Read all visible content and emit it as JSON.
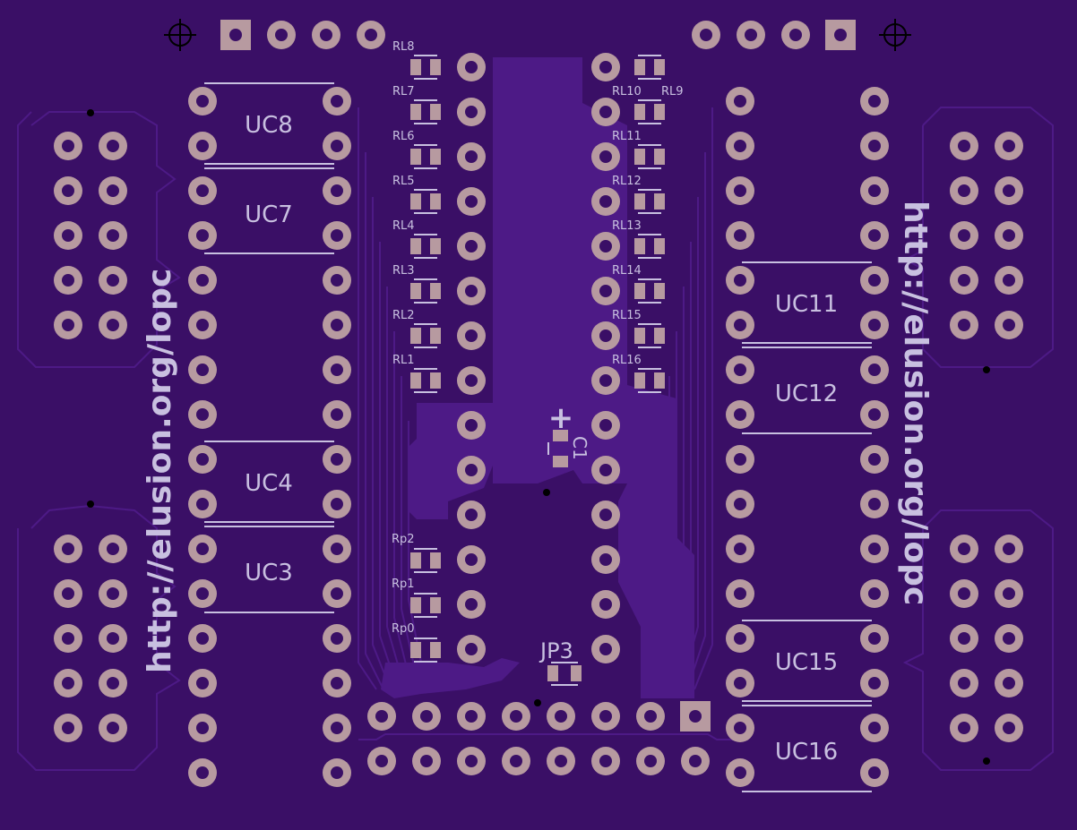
{
  "board": {
    "url_text": "http://elusion.org/lopc",
    "colors": {
      "background": "#3a0f66",
      "trace": "#4d1a86",
      "pad": "#b79aa0",
      "pad_hole": "#3a0f66",
      "silkscreen": "#c8c0e0"
    }
  },
  "chips": {
    "uc8": "UC8",
    "uc7": "UC7",
    "uc4": "UC4",
    "uc3": "UC3",
    "uc11": "UC11",
    "uc12": "UC12",
    "uc15": "UC15",
    "uc16": "UC16"
  },
  "left_resistors": [
    "RL8",
    "RL7",
    "RL6",
    "RL5",
    "RL4",
    "RL3",
    "RL2",
    "RL1"
  ],
  "right_resistors": [
    "RL9",
    "RL10",
    "RL11",
    "RL12",
    "RL13",
    "RL14",
    "RL15",
    "RL16"
  ],
  "pull_resistors": [
    "Rp2",
    "Rp1",
    "Rp0"
  ],
  "capacitor": {
    "label": "C1",
    "polarity": "+"
  },
  "jumper": "JP3"
}
